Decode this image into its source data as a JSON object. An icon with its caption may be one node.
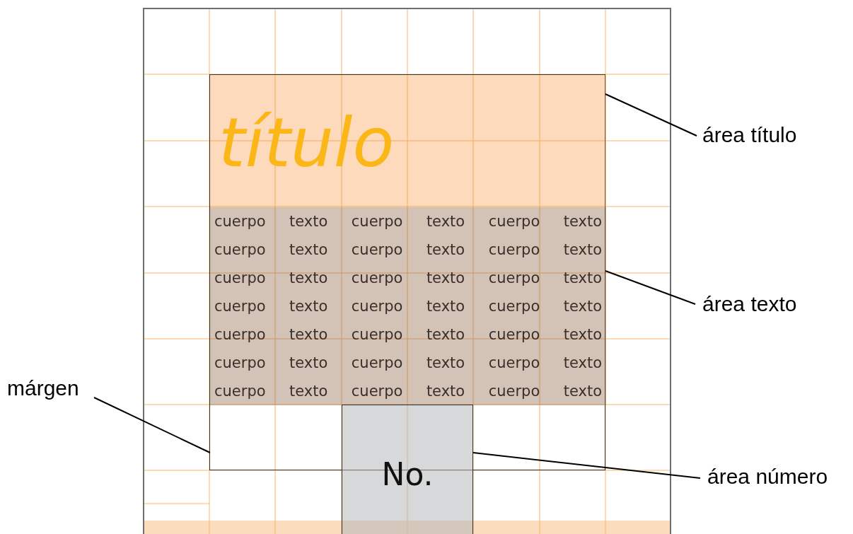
{
  "diagram": {
    "nodes": [
      {
        "text": [],
        "shape": "box"
      },
      {
        "text": [
          "título"
        ],
        "in": 0
      },
      {
        "text": [
          "cuerpo texto cuerpo texto cuerpo texto cuerpo texto cuerpo texto cuerpo texto cuerpo texto cuerpo texto cuerpo texto cuerpo texto cuerpo texto cuerpo texto cuerpo texto cuerpo texto cuerpo texto cuerpo texto cuerpo texto cuerpo texto cuerpo texto cuerpo texto cuerpo texto"
        ],
        "in": 0
      },
      {
        "text": [
          "No."
        ]
      },
      {
        "text": [
          "área título"
        ]
      },
      {
        "text": [
          "área texto"
        ]
      },
      {
        "text": [
          "márgen"
        ]
      },
      {
        "text": [
          "área número"
        ]
      }
    ],
    "edges": [
      {
        "from": 4,
        "to": 1,
        "arrow": "none"
      },
      {
        "from": 5,
        "to": 2,
        "arrow": "none"
      },
      {
        "from": 6,
        "to": 0,
        "arrow": "none"
      },
      {
        "from": 7,
        "to": 3,
        "arrow": "none"
      }
    ]
  }
}
